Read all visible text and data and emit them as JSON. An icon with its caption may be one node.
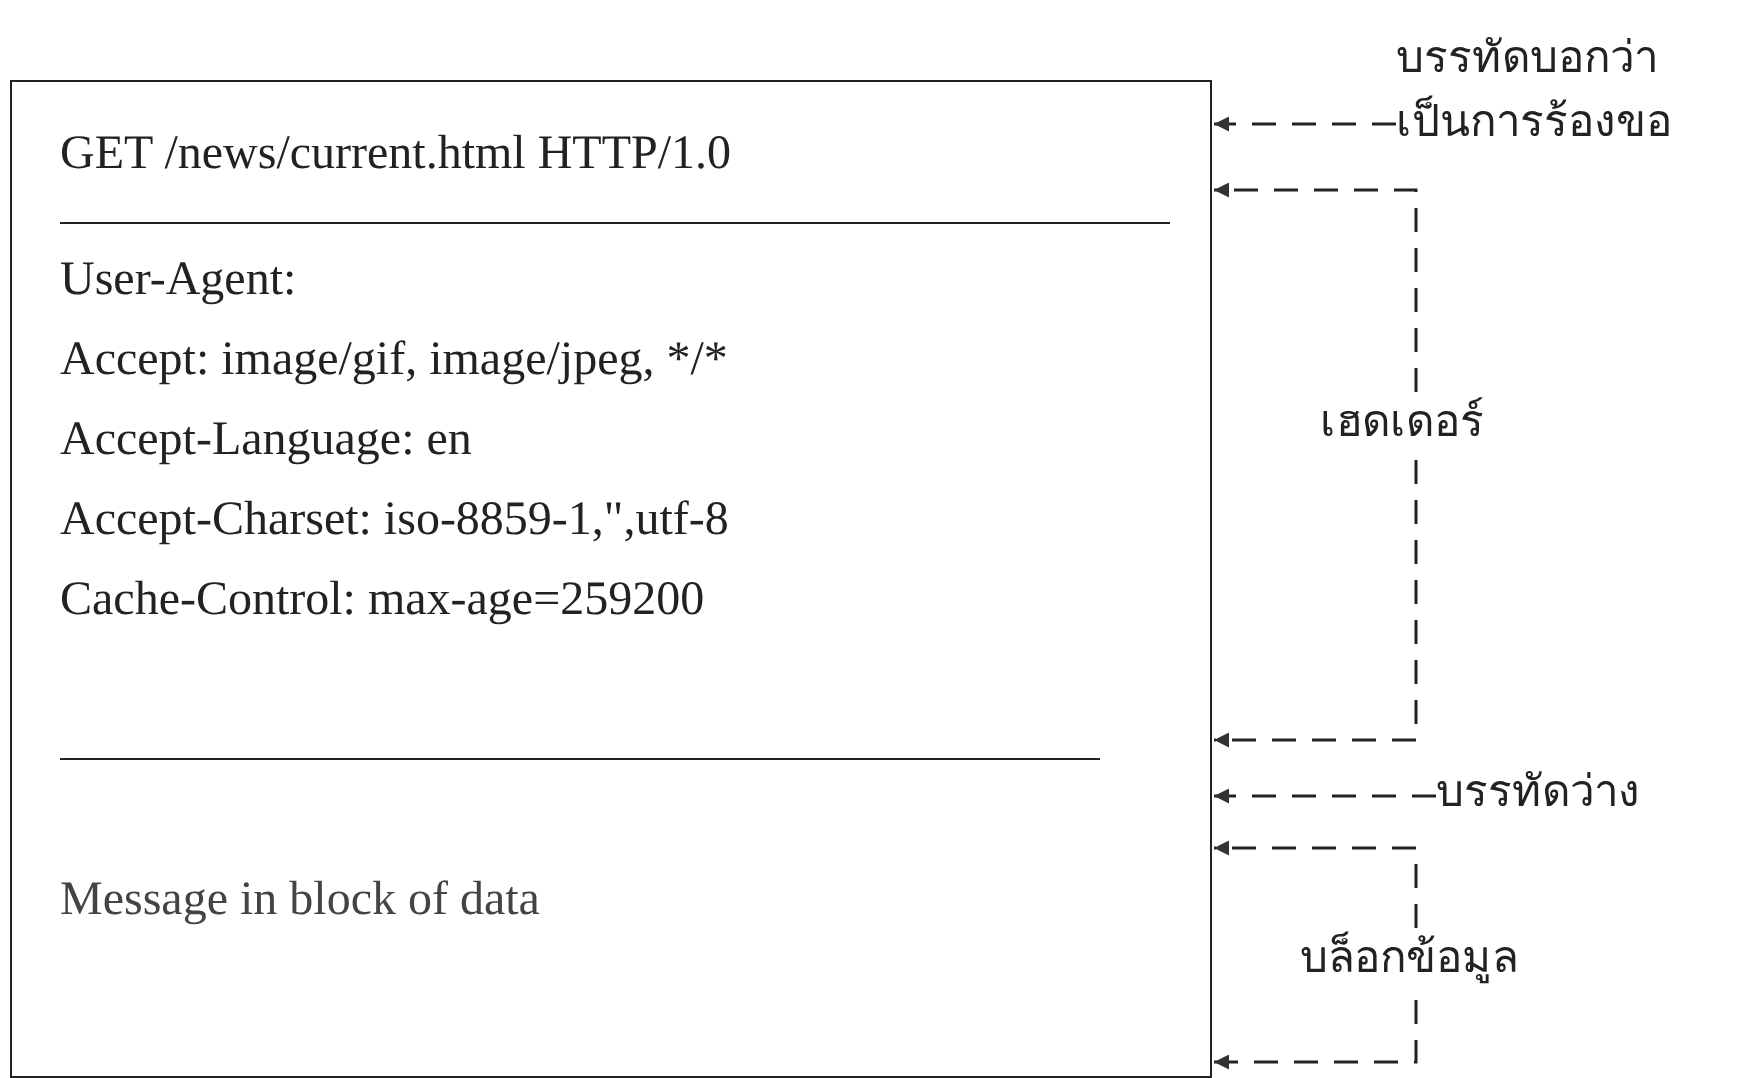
{
  "diagram": {
    "nodes": [
      {
        "text": [],
        "shape": "box"
      },
      {
        "text": [
          "GET /news/current.html HTTP/1.0"
        ],
        "in": 0
      },
      {
        "text": [
          "User-Agent:",
          "Accept: image/gif, image/jpeg, */*",
          "Accept-Language: en",
          "Accept-Charset: iso-8859-1,\",utf-8",
          "Cache-Control: max-age=259200"
        ],
        "in": 0
      },
      {
        "text": [
          "Message in block of data"
        ],
        "in": 0
      },
      {
        "text": [
          "บรรทัดบอกว่าเป็นการร้องขอ"
        ]
      },
      {
        "text": [
          "เฮดเดอร์"
        ]
      },
      {
        "text": [
          "บรรทัดว่าง"
        ]
      },
      {
        "text": [
          "บล็อกข้อมูล"
        ]
      }
    ],
    "edges": [
      {
        "from": 4,
        "to": 0,
        "arrow": "to",
        "style": "dashed"
      },
      {
        "from": 5,
        "to": 0,
        "arrow": "to",
        "style": "dashed"
      },
      {
        "from": 5,
        "to": 0,
        "arrow": "to",
        "style": "dashed"
      },
      {
        "from": 6,
        "to": 0,
        "arrow": "to",
        "style": "dashed"
      },
      {
        "from": 7,
        "to": 0,
        "arrow": "to",
        "style": "dashed"
      },
      {
        "from": 7,
        "to": 0,
        "arrow": "to",
        "style": "dashed"
      }
    ]
  }
}
